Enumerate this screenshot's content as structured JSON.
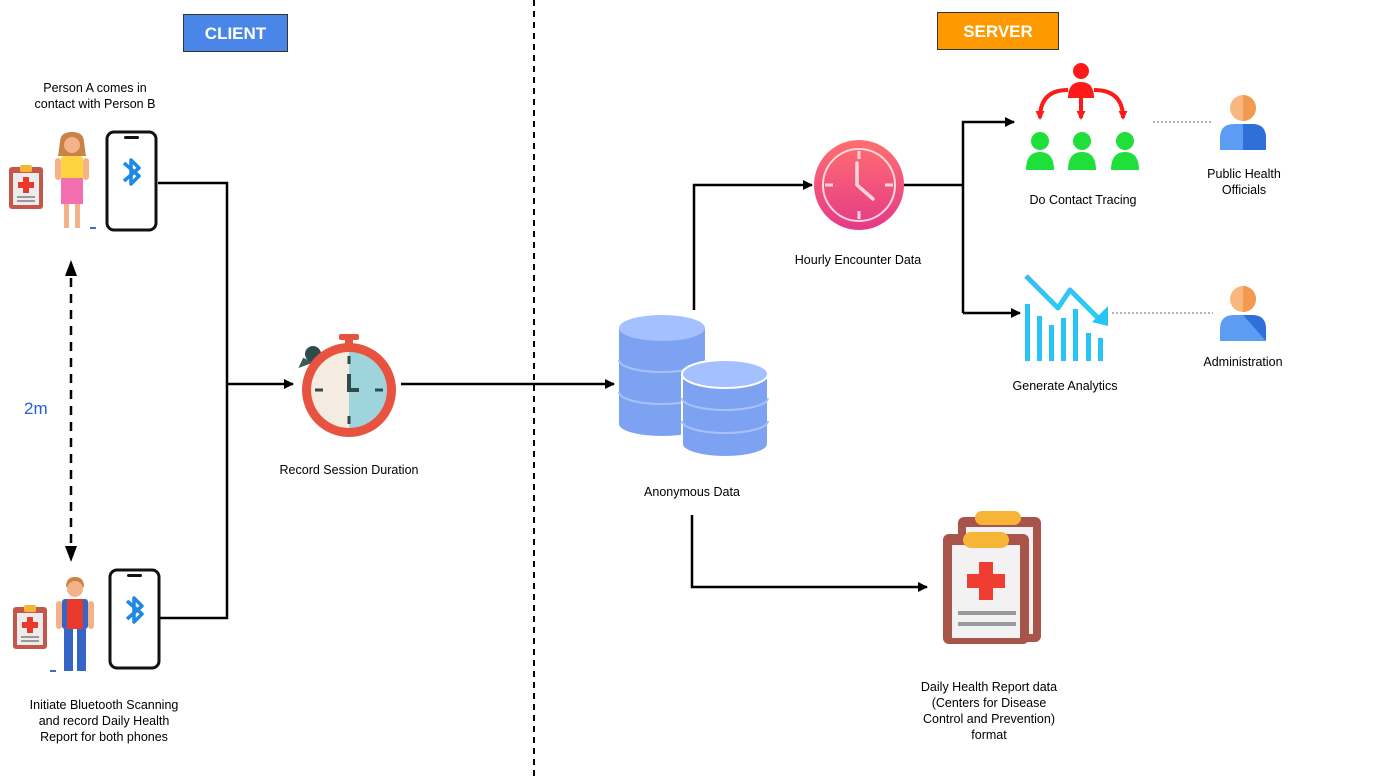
{
  "sections": {
    "client": {
      "label": "CLIENT",
      "color": "#4a86e8"
    },
    "server": {
      "label": "SERVER",
      "color": "#ff9900"
    }
  },
  "labels": {
    "person_a": "Person A comes in\ncontact with Person B",
    "initiate": "Initiate Bluetooth Scanning\nand record Daily Health\nReport for both phones",
    "distance": "2m",
    "record_session": "Record Session Duration",
    "anonymous_data": "Anonymous Data",
    "hourly_encounter": "Hourly Encounter Data",
    "contact_tracing": "Do Contact Tracing",
    "generate_analytics": "Generate Analytics",
    "public_health": "Public Health\nOfficials",
    "administration": "Administration",
    "daily_report": "Daily Health Report data\n(Centers for Disease\nControl and Prevention)\nformat"
  },
  "icons": [
    "clipboard-icon",
    "woman-icon",
    "phone-bluetooth-icon",
    "man-icon",
    "stopwatch-icon",
    "database-icon",
    "clock-icon",
    "contact-tree-icon",
    "analytics-icon",
    "user-icon",
    "health-report-icon"
  ],
  "colors": {
    "contact_root": "#ff1a1a",
    "contact_nodes": "#1fdf3a",
    "analytics": "#29c4f6",
    "database": "#7ea2f2",
    "stopwatch": "#e8533f",
    "clock": "#f2556a",
    "bluetooth": "#1e88e5"
  }
}
